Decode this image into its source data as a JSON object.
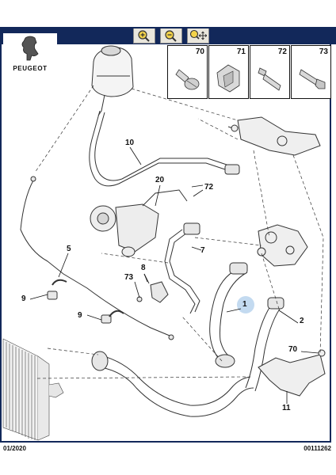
{
  "brand": {
    "name": "PEUGEOT"
  },
  "toolbar": {
    "buttons": [
      "zoom-in-icon",
      "zoom-out-icon",
      "zoom-pan-icon"
    ]
  },
  "legend": {
    "items": [
      "70",
      "71",
      "72",
      "73"
    ]
  },
  "callouts": {
    "c10": "10",
    "c20": "20",
    "c72": "72",
    "c7": "7",
    "c5": "5",
    "c8": "8",
    "c73": "73",
    "c9a": "9",
    "c9b": "9",
    "c1": "1",
    "c2": "2",
    "c70": "70",
    "c11": "11"
  },
  "footer": {
    "date": "01/2020",
    "code": "00111262"
  },
  "colors": {
    "toolbar": "#12285a",
    "highlight": "#bcd6ee"
  }
}
